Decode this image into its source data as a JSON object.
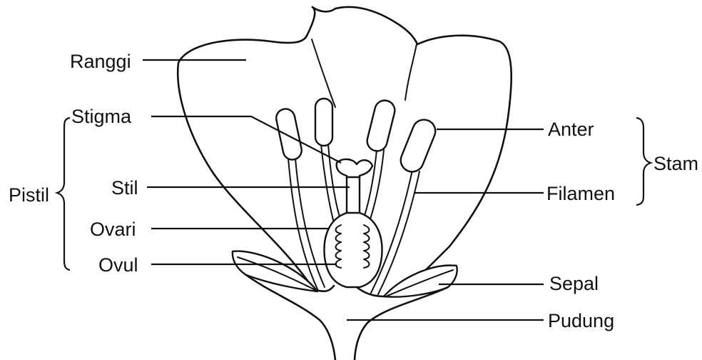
{
  "labels": {
    "ranggi": "Ranggi",
    "stigma": "Stigma",
    "stil": "Stil",
    "pistil": "Pistil",
    "ovari": "Ovari",
    "ovul": "Ovul",
    "anter": "Anter",
    "stam": "Stam",
    "filamen": "Filamen",
    "sepal": "Sepal",
    "pudung": "Pudung"
  },
  "colors": {
    "ink": "#111111",
    "background": "#ffffff"
  }
}
